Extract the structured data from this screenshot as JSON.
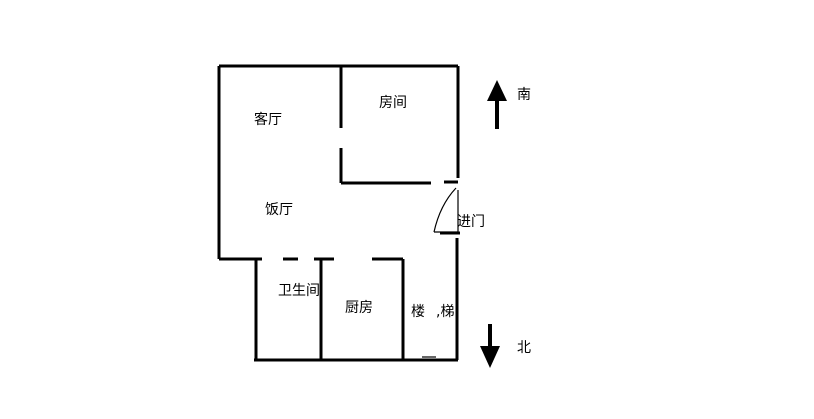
{
  "rooms": {
    "living_room": "客厅",
    "bedroom": "房间",
    "dining_room": "饭厅",
    "bathroom": "卫生间",
    "kitchen": "厨房",
    "entrance": "进门",
    "stairs_part1": "楼",
    "stairs_part2": ",梯"
  },
  "compass": {
    "up_label": "南",
    "down_label": "北"
  },
  "colors": {
    "line": "#000000",
    "background": "#ffffff"
  }
}
